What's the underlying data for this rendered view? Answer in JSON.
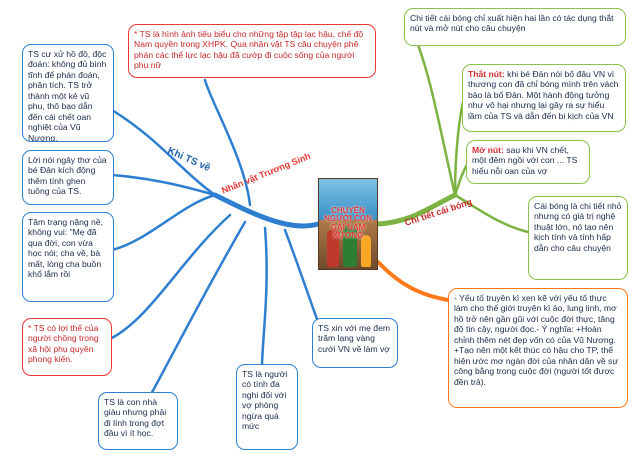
{
  "center": {
    "cover_title": "CHUYỆN NGƯỜI CON GÁI NAM XƯƠNG",
    "branch_left": "Nhân vật Trương Sinh",
    "branch_left_sub": "Khi TS về",
    "branch_right": "Chi tiết cái bóng"
  },
  "left": {
    "origin": "TS cư xử hồ đồ, độc đoán: không đủ bình tĩnh để phán đoán, phân tích. TS trở thành một kẻ vũ phu, thô bạo dẫn đến cái chết oan nghiệt của Vũ Nương.",
    "child_words": "Lời nói ngây thơ của bé Đản kích động thêm tính ghen tuông của TS.",
    "mother": "Tâm trạng nặng nề, không vui: \"Mẹ đã qua đời, con vừa học nói; cha về, bà mất, lòng cha buồn khổ lắm rồi",
    "feudal": "* TS có lợi thế của người chồng trong xã hội phụ quyền phong kiến.",
    "rich": "TS là con nhà giàu nhưng phải đi lính trong đợt đầu vì ít học.",
    "tl": "TS là người có tính đa nghi đối với vợ phòng ngừa quá mức",
    "mom_words": "TS xin với mẹ đem trăm lạng vàng cưới VN về làm vợ"
  },
  "top": {
    "prefix": "* ",
    "text": "TS là hình ảnh tiêu biểu cho những tập tập lạc hậu, chế độ Nam quyền trong XHPK. Qua nhân vật TS câu chuyện phê phán các thế lực lạc hậu đã cướp đi cuộc sống của người phụ nữ"
  },
  "right": {
    "intro": "Chi tiết cái bóng chỉ xuất hiện hai lần có tác dụng thắt nút và mở nút cho câu chuyện",
    "knot_label": "Thắt nút:",
    "knot_text": " khi bé Đản nói bố đâu VN vì thương con đã chỉ bóng mình trên vách bảo là bố Đản. Một hành động tưởng như vô hại nhưng lại gây ra sự hiểu lầm của TS và dẫn đến bi kịch của VN",
    "unknot_label": "Mở nút:",
    "unknot_text": " sau khi VN chết, một đêm ngồi với con ... TS hiểu nỗi oan của vợ",
    "detail": "Cái bóng là chi tiết nhỏ nhưng có giá trị nghệ thuật lớn, nó tạo nên kịch tính và tính hấp dẫn cho câu chuyện",
    "bottom": "- Yếu tố truyền kì xen kẽ với yếu tố thực làm cho thế giới truyện kì ảo, lung linh, mơ hồ trở nên gần gũi với cuộc đời thực, tăng độ tin cậy, người đọc.- Ý nghĩa: +Hoàn chỉnh thêm nét đẹp vốn có của Vũ Nương. +Tạo nên một kết thúc có hậu cho TP, thể hiện ước mơ ngàn đời của nhân dân về sự công bằng trong cuộc đời (người tốt được đền trả)."
  },
  "colors": {
    "left_branch": "#2f7fd0",
    "right_branch": "#7cb342",
    "bottom_branch": "#ff7a1a",
    "accent_red": "#e53935"
  }
}
